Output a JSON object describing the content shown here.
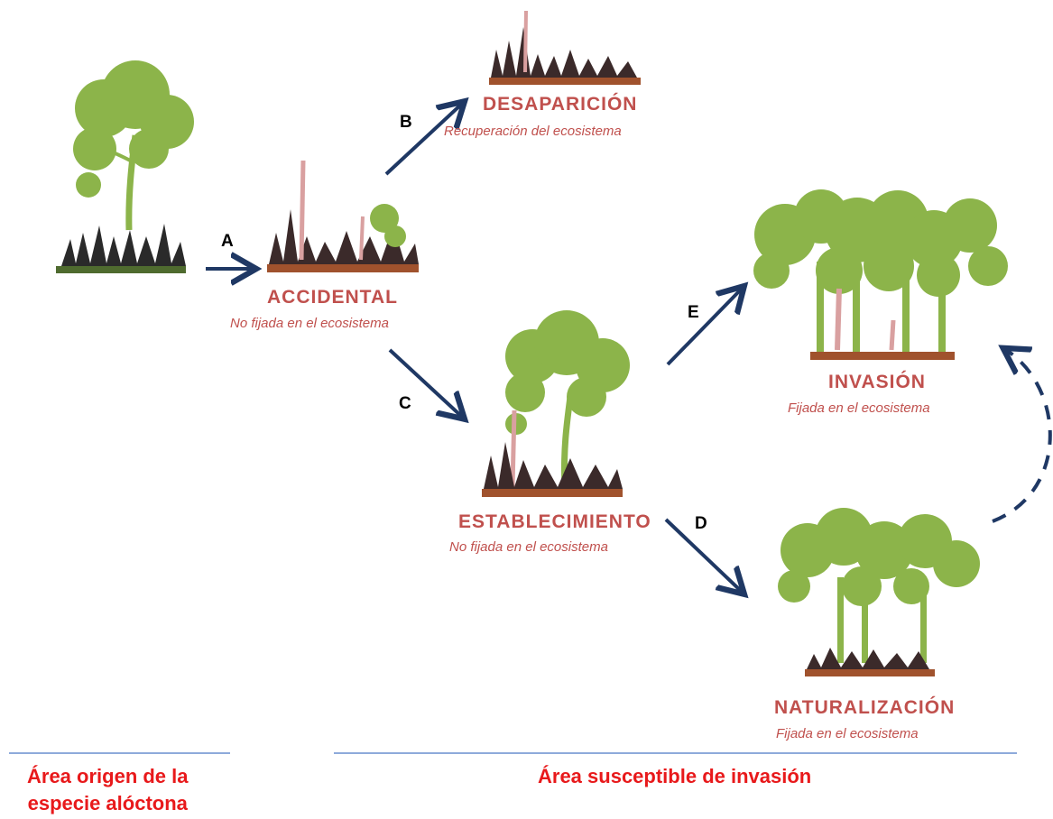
{
  "stages": {
    "desaparicion": {
      "title": "DESAPARICIÓN",
      "subtitle": "Recuperación del ecosistema"
    },
    "accidental": {
      "title": "ACCIDENTAL",
      "subtitle": "No fijada en el ecosistema"
    },
    "establecimiento": {
      "title": "ESTABLECIMIENTO",
      "subtitle": "No fijada en el ecosistema"
    },
    "invasion": {
      "title": "INVASIÓN",
      "subtitle": "Fijada en el ecosistema"
    },
    "naturalizacion": {
      "title": "NATURALIZACIÓN",
      "subtitle": "Fijada en el ecosistema"
    }
  },
  "arrows": {
    "a": "A",
    "b": "B",
    "c": "C",
    "d": "D",
    "e": "E"
  },
  "areas": {
    "origin_line1": "Área origen de la",
    "origin_line2": "especie alóctona",
    "susceptible": "Área susceptible de invasión"
  },
  "colors": {
    "tree_green": "#8cb44a",
    "ground_brown": "#a0522d",
    "ground_green": "#4f6b2f",
    "label_red": "#c0504d",
    "area_red": "#e8191b",
    "arrow_navy": "#1f3864",
    "divider_blue": "#8eaadb"
  }
}
